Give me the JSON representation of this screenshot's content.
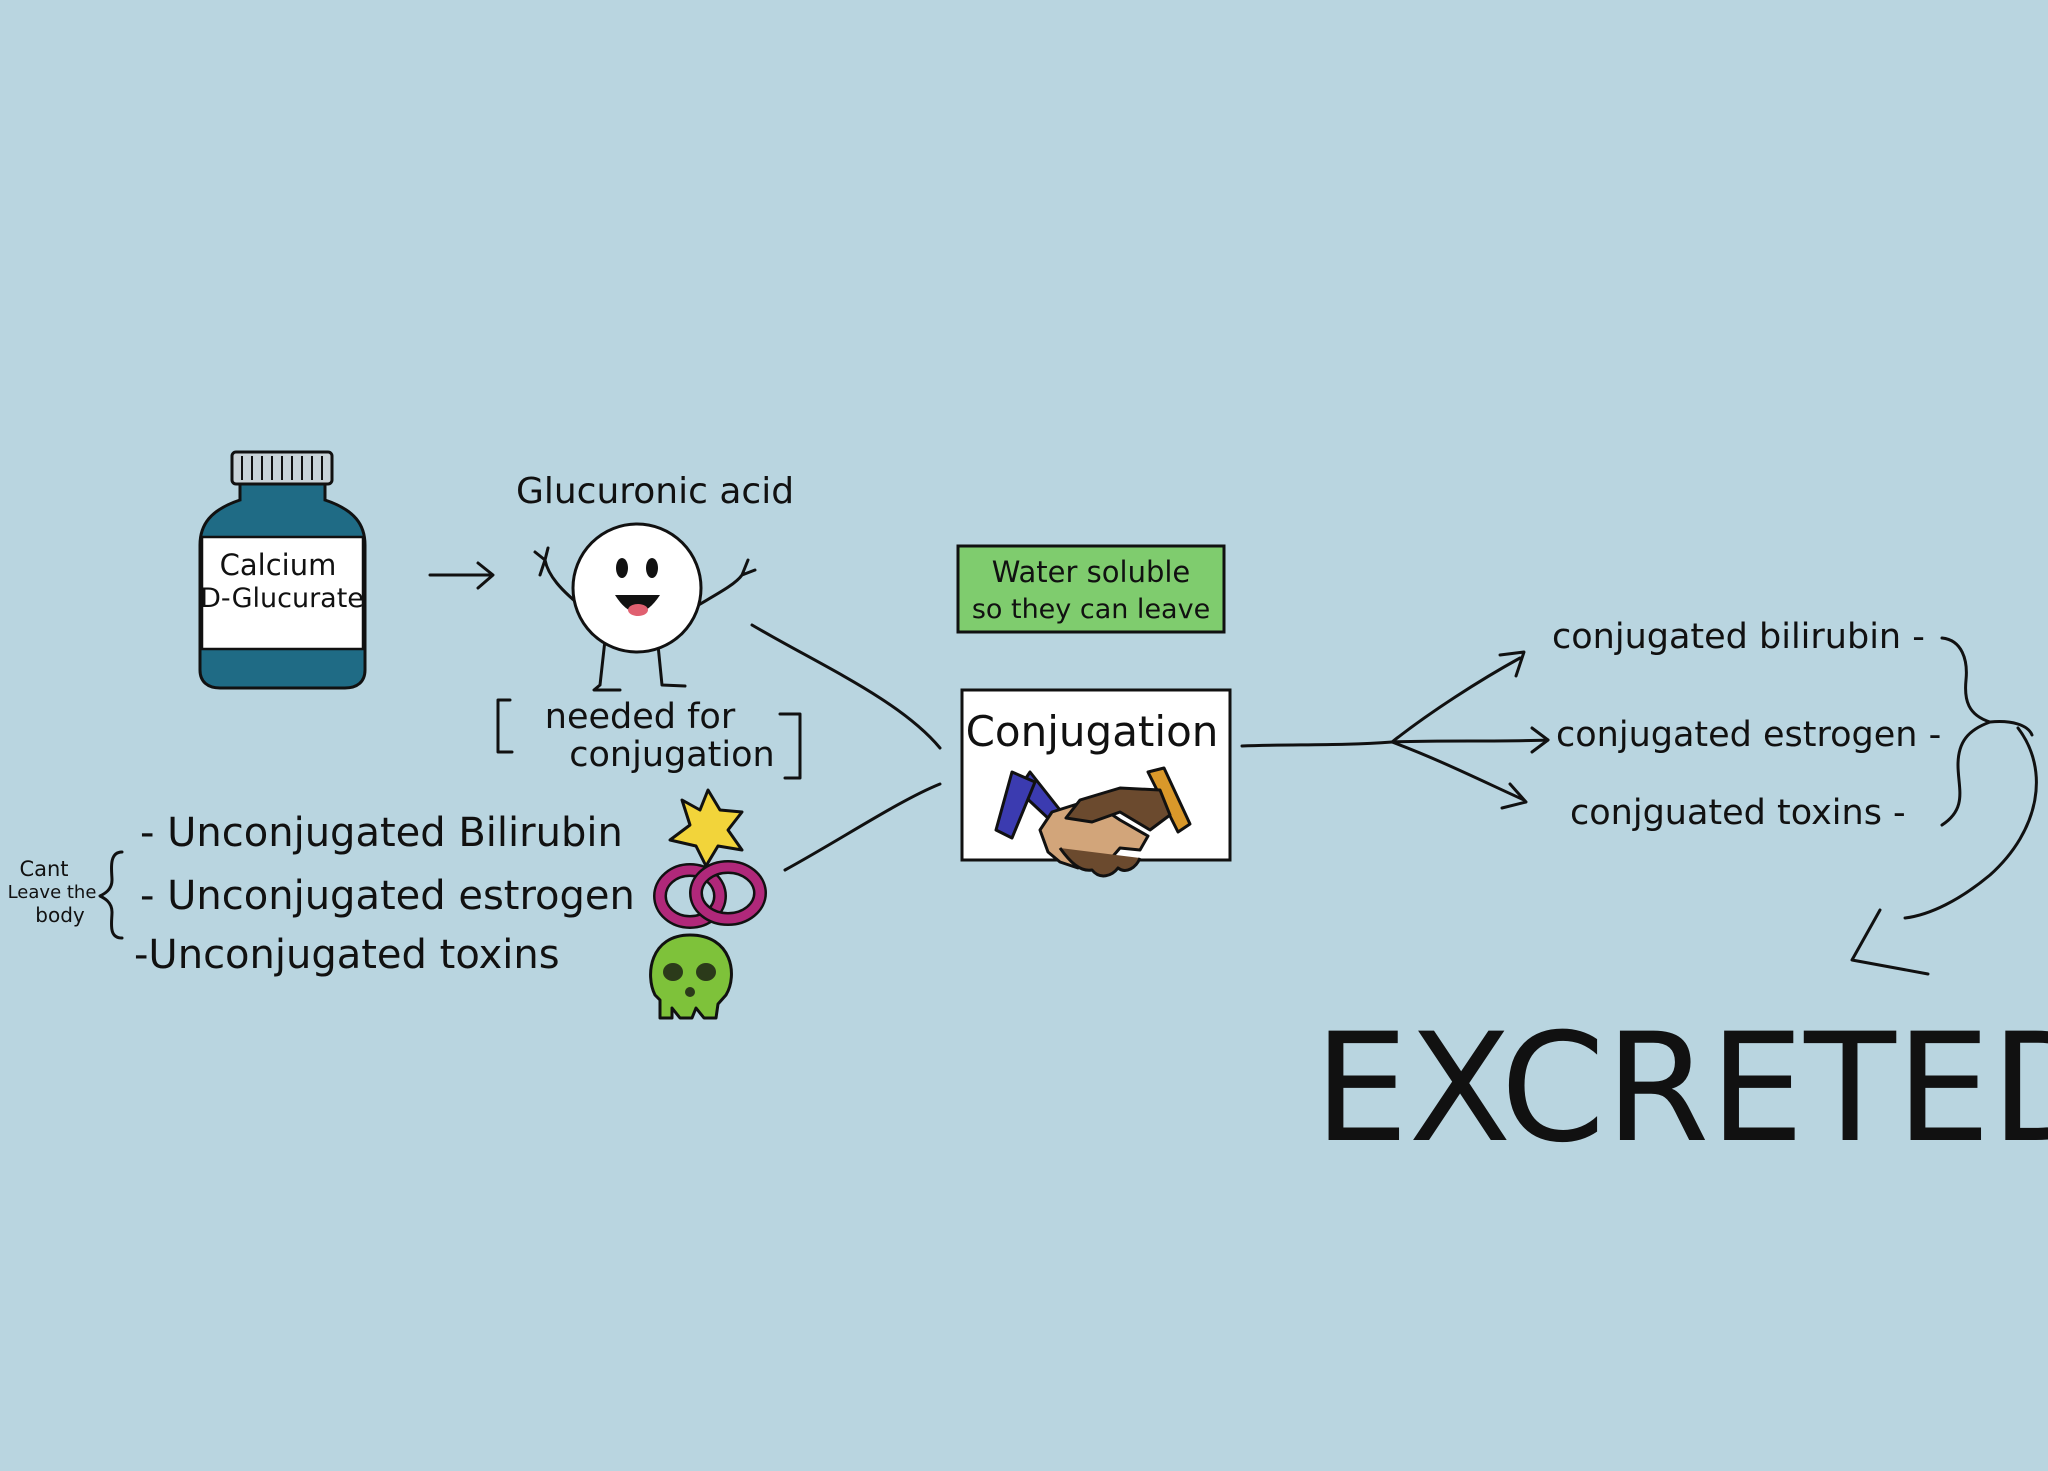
{
  "bottle": {
    "label_line1": "Calcium",
    "label_line2": "D-Glucurate"
  },
  "glucuronic": {
    "title": "Glucuronic acid",
    "note_line1": "needed for",
    "note_line2": "conjugation"
  },
  "unconjugated": {
    "side_note_line1": "Cant",
    "side_note_line2": "Leave the",
    "side_note_line3": "body",
    "items": [
      "- Unconjugated Bilirubin",
      "- Unconjugated estrogen",
      "-Unconjugated   toxins"
    ]
  },
  "water_box": {
    "line1": "Water soluble",
    "line2": "so they can leave",
    "color": "#7fcc6e"
  },
  "conjugation": {
    "label": "Conjugation"
  },
  "conjugated": {
    "items": [
      "conjugated bilirubin -",
      "conjugated estrogen -",
      "conjguated toxins -"
    ]
  },
  "result": {
    "label": "EXCRETED"
  },
  "icons": [
    "bottle-icon",
    "molecule-character-icon",
    "star-icon",
    "rings-icon",
    "skull-icon",
    "handshake-icon"
  ],
  "colors": {
    "background": "#b9d5e0",
    "bottle": "#1f6b85",
    "star": "#f2d43a",
    "rings": "#b0287a",
    "skull": "#7ec23a",
    "box_green": "#7fcc6e"
  }
}
